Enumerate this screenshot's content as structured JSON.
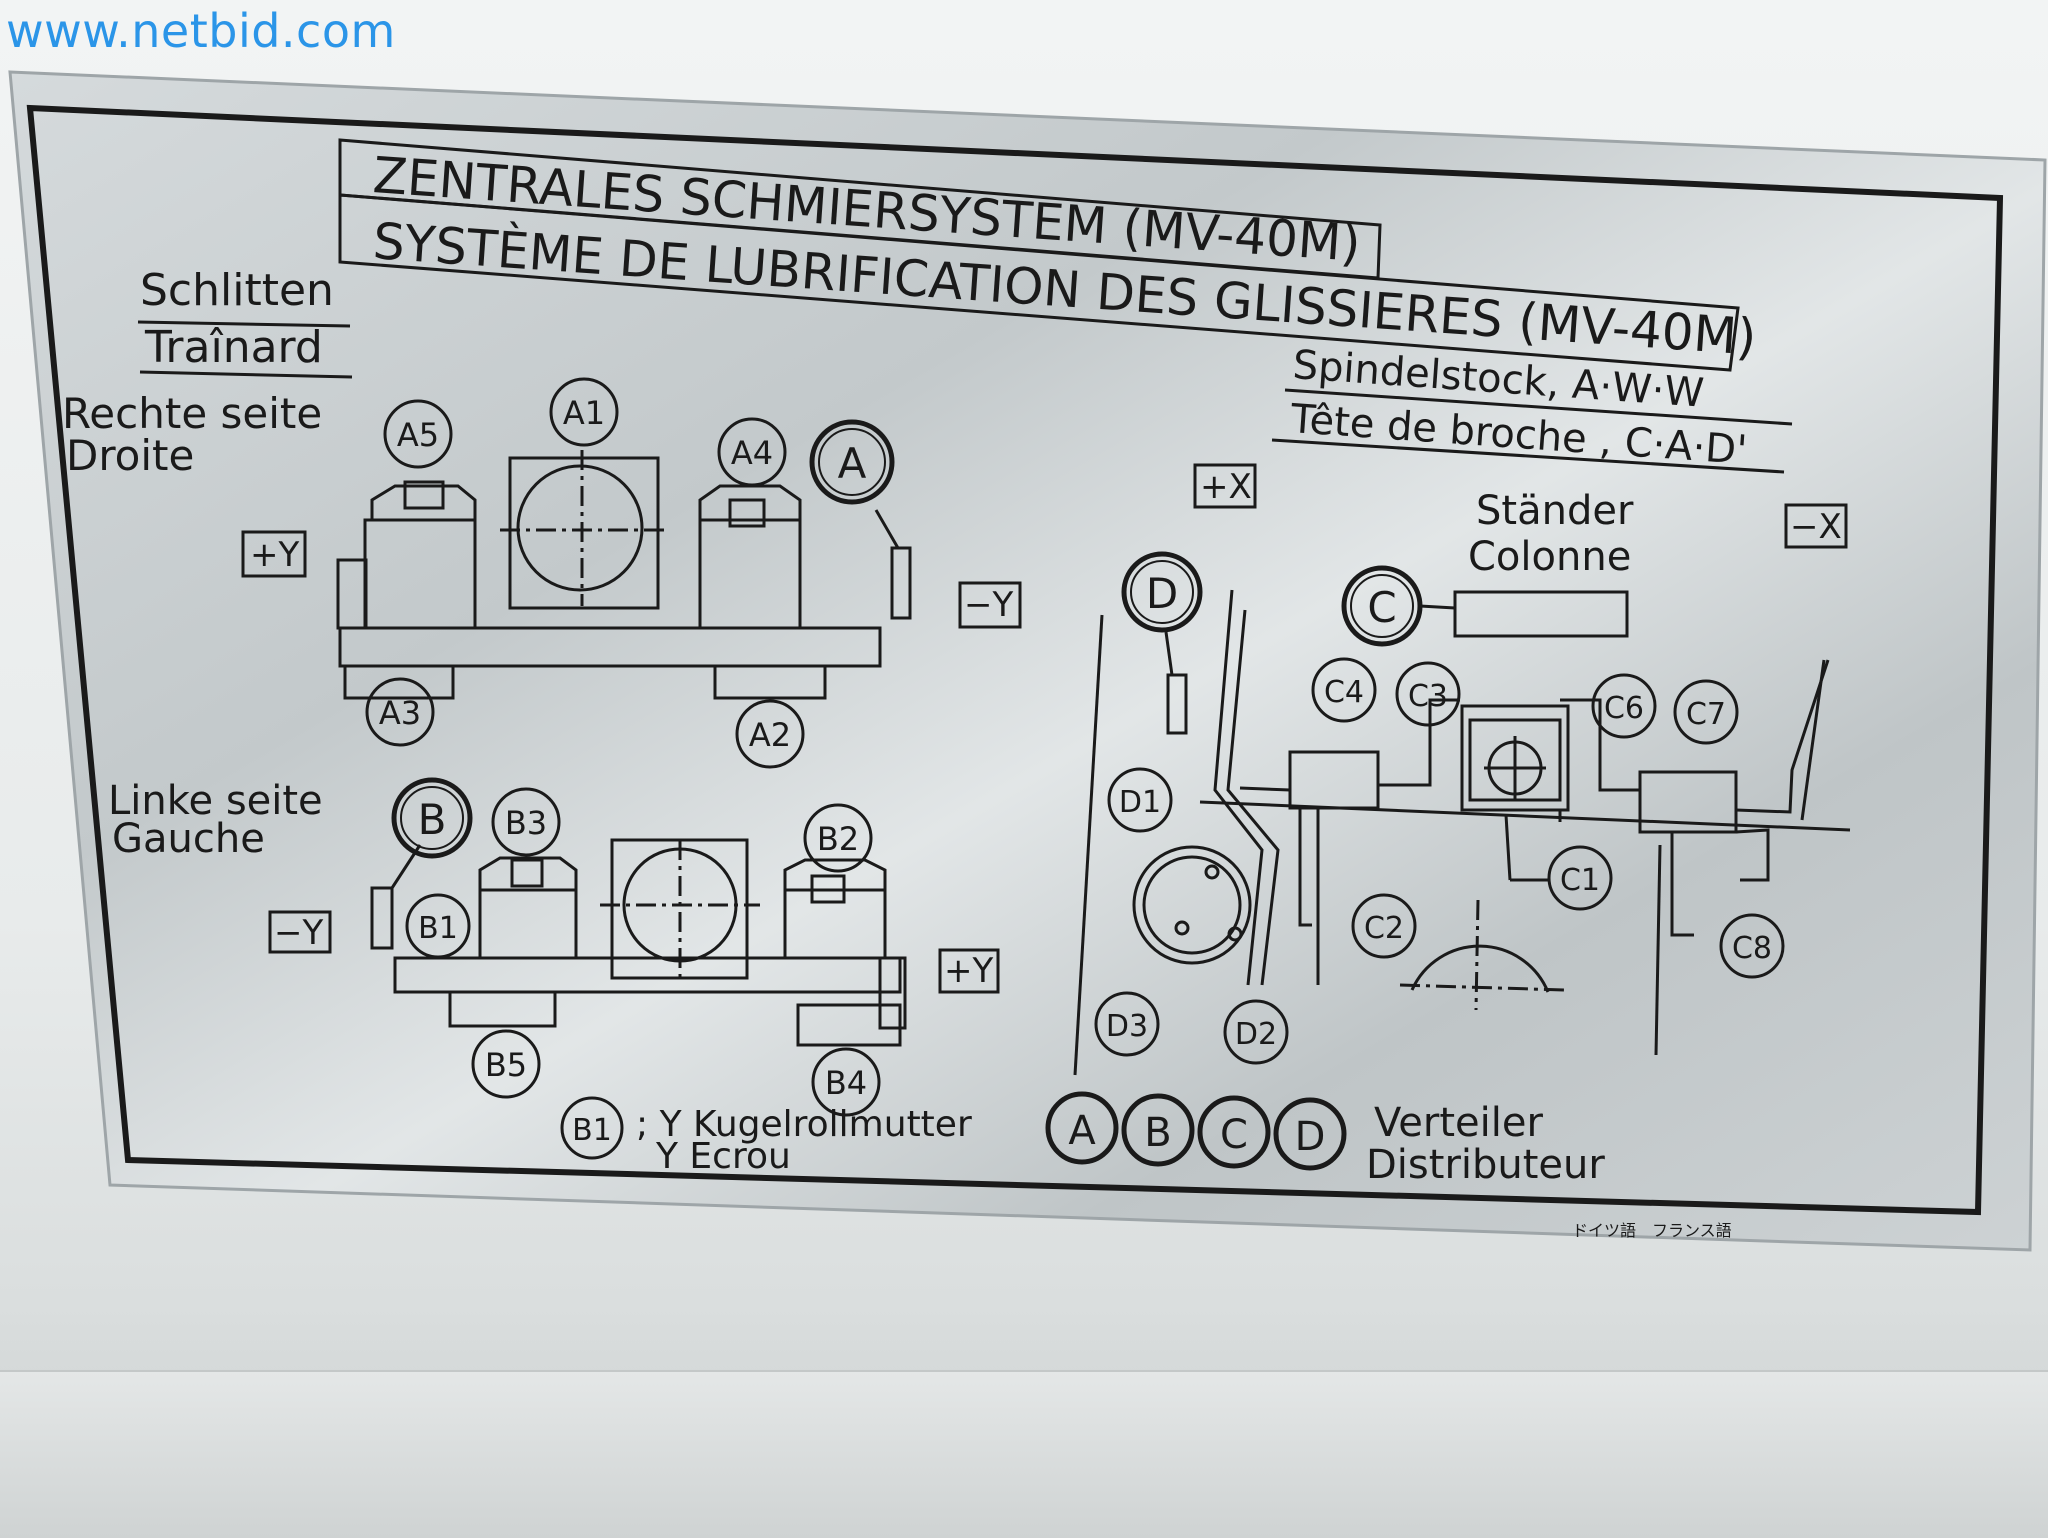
{
  "watermark": "www.netbid.com",
  "colors": {
    "plate": "#c9cfd1",
    "ink": "#1a1a1a",
    "watermark": "#2b95e8"
  },
  "title": {
    "line1": "ZENTRALES SCHMIERSYSTEM (MV-40M)",
    "line2": "SYSTÈME DE LUBRIFICATION DES GLISSIERES (MV-40M)"
  },
  "left": {
    "heading_de": "Schlitten",
    "heading_fr": "Traînard",
    "right_side_de": "Rechte seite",
    "right_side_fr": "Droite",
    "left_side_de": "Linke seite",
    "left_side_fr": "Gauche",
    "plus_y": "+Y",
    "minus_y": "−Y"
  },
  "right": {
    "heading_de": "Spindelstock, A·W·W",
    "heading_fr": "Tête de broche , C·A·D'",
    "column_de": "Ständer",
    "column_fr": "Colonne",
    "plus_x": "+X",
    "minus_x": "−X"
  },
  "labels": {
    "A": "A",
    "A1": "A1",
    "A2": "A2",
    "A3": "A3",
    "A4": "A4",
    "A5": "A5",
    "B": "B",
    "B1": "B1",
    "B2": "B2",
    "B3": "B3",
    "B4": "B4",
    "B5": "B5",
    "C": "C",
    "C1": "C1",
    "C2": "C2",
    "C3": "C3",
    "C4": "C4",
    "C6": "C6",
    "C7": "C7",
    "C8": "C8",
    "D": "D",
    "D1": "D1",
    "D2": "D2",
    "D3": "D3"
  },
  "legend": {
    "b1_key": "B1",
    "b1_de": "; Y Kugelrollmutter",
    "b1_fr": "Y Ecrou",
    "dist_keys": [
      "A",
      "B",
      "C",
      "D"
    ],
    "dist_de": "Verteiler",
    "dist_fr": "Distributeur",
    "lang_note": "ドイツ語　フランス語"
  }
}
